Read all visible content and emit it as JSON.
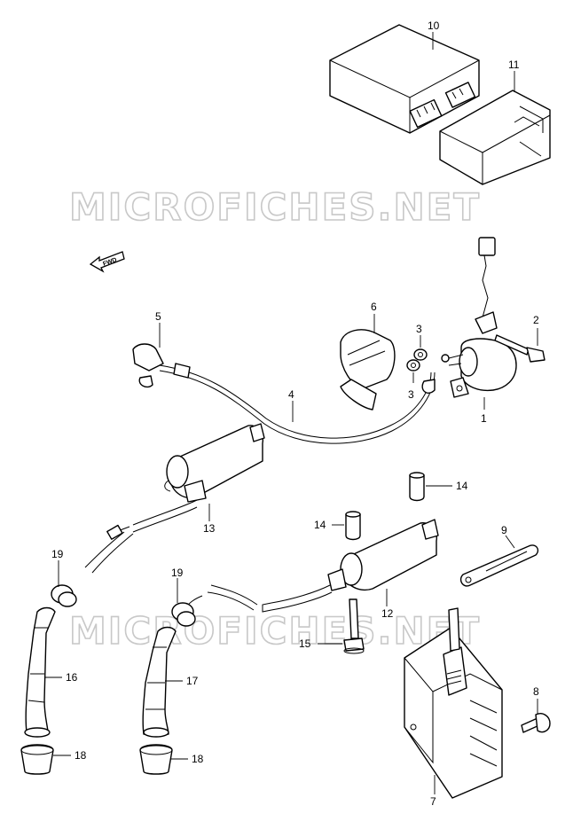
{
  "watermark": "MICROFICHES.NET",
  "forward_label": "FWD",
  "callouts": {
    "p1": "1",
    "p2": "2",
    "p3a": "3",
    "p3b": "3",
    "p4": "4",
    "p5": "5",
    "p6": "6",
    "p7": "7",
    "p8": "8",
    "p9": "9",
    "p10": "10",
    "p11": "11",
    "p12": "12",
    "p13": "13",
    "p14a": "14",
    "p14b": "14",
    "p15": "15",
    "p16": "16",
    "p17": "17",
    "p18a": "18",
    "p18b": "18",
    "p19a": "19",
    "p19b": "19"
  }
}
